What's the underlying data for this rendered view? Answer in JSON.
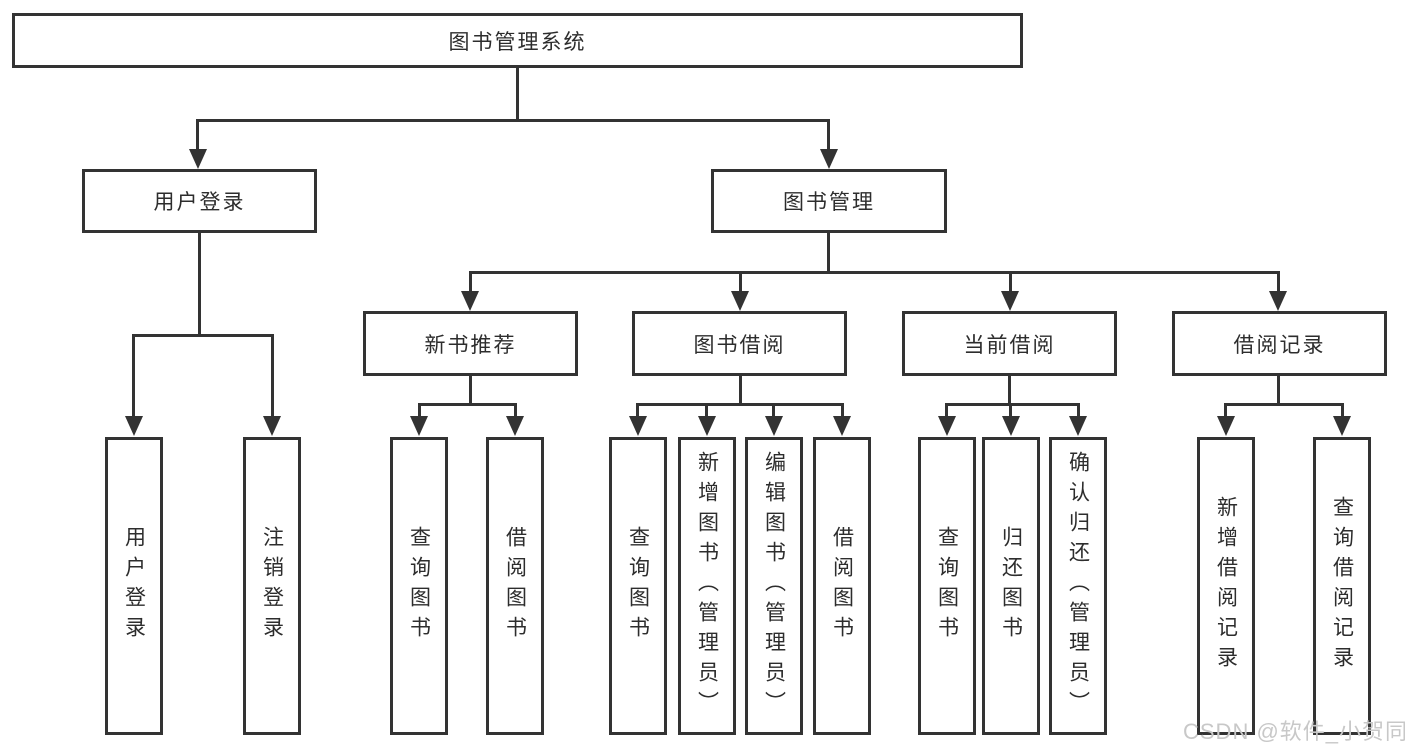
{
  "diagram_type": "hierarchy-tree",
  "colors": {
    "line": "#333333",
    "box_border": "#333333",
    "text": "#2d2d2d",
    "background": "#ffffff",
    "watermark": "#c8c8c8"
  },
  "tree": {
    "root": {
      "label": "图书管理系统"
    },
    "branches": [
      {
        "label": "用户登录",
        "children": [
          {
            "label": "用户登录"
          },
          {
            "label": "注销登录"
          }
        ]
      },
      {
        "label": "图书管理",
        "children": [
          {
            "label": "新书推荐",
            "children": [
              {
                "label": "查询图书"
              },
              {
                "label": "借阅图书"
              }
            ]
          },
          {
            "label": "图书借阅",
            "children": [
              {
                "label": "查询图书"
              },
              {
                "label": "新增图书（管理员）"
              },
              {
                "label": "编辑图书（管理员）"
              },
              {
                "label": "借阅图书"
              }
            ]
          },
          {
            "label": "当前借阅",
            "children": [
              {
                "label": "查询图书"
              },
              {
                "label": "归还图书"
              },
              {
                "label": "确认归还（管理员）"
              }
            ]
          },
          {
            "label": "借阅记录",
            "children": [
              {
                "label": "新增借阅记录"
              },
              {
                "label": "查询借阅记录"
              }
            ]
          }
        ]
      }
    ]
  },
  "watermark": {
    "text": "CSDN @软件_小贺同学"
  }
}
